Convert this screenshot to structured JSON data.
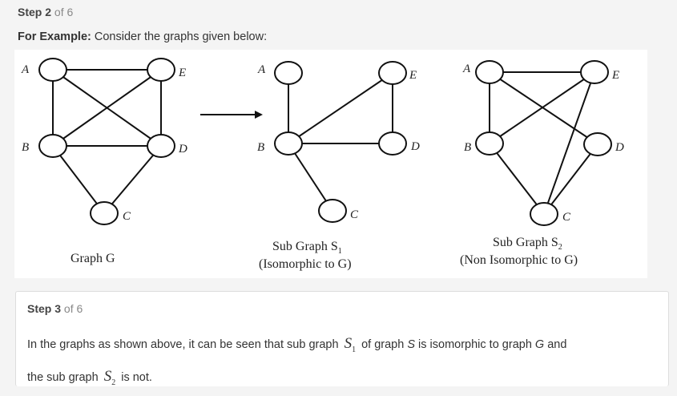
{
  "step2": {
    "label": "Step 2",
    "of": "of 6"
  },
  "intro": {
    "lead": "For Example:",
    "text": " Consider the graphs given below:"
  },
  "figure": {
    "graph_g": {
      "caption": "Graph G",
      "nodes": [
        "A",
        "E",
        "B",
        "D",
        "C"
      ]
    },
    "sub_s1": {
      "caption_line1": "Sub Graph S",
      "caption_sub": "1",
      "caption_line2": "(Isomorphic to G)",
      "nodes": [
        "A",
        "E",
        "B",
        "D",
        "C"
      ]
    },
    "sub_s2": {
      "caption_line1": "Sub Graph S",
      "caption_sub": "2",
      "caption_line2": "(Non Isomorphic to G)",
      "nodes": [
        "A",
        "E",
        "B",
        "D",
        "C"
      ]
    }
  },
  "step3": {
    "label": "Step 3",
    "of": "of 6",
    "t1": "In the graphs as shown above, it can be seen that sub graph",
    "s1": "S",
    "s1_sub": "1",
    "t2": " of graph ",
    "s_var": "S",
    "t3": " is isomorphic to graph ",
    "g_var": "G",
    "t4": " and",
    "t5": "the sub graph",
    "s2": "S",
    "s2_sub": "2",
    "t6": " is not."
  }
}
